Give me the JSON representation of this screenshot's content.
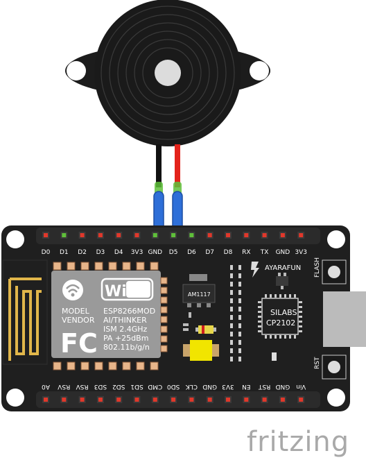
{
  "board": {
    "top_pins": [
      "D0",
      "D1",
      "D2",
      "D3",
      "D4",
      "3V3",
      "GND",
      "D5",
      "D6",
      "D7",
      "D8",
      "RX",
      "TX",
      "GND",
      "3V3"
    ],
    "bottom_pins": [
      "A0",
      "RSV",
      "RSV",
      "SD3",
      "SD2",
      "SD1",
      "CMD",
      "SD0",
      "CLK",
      "GND",
      "3V3",
      "EN",
      "RST",
      "GND",
      "Vin"
    ],
    "flash_label": "FLASH",
    "rst_label": "RST",
    "brand": "AYARAFUN",
    "regulator": "AM1117",
    "usb_chip_line1": "SILABS",
    "usb_chip_line2": "CP2102",
    "module": {
      "wifi_logo": "WiFi",
      "model": "MODEL",
      "vendor": "VENDOR",
      "fcc": "FC",
      "lines": [
        "ESP8266MOD",
        "AI/THINKER",
        "ISM 2.4GHz",
        "PA +25dBm",
        "802.11b/g/n"
      ]
    }
  },
  "buzzer": {
    "wires": [
      "black",
      "red"
    ]
  },
  "footer": {
    "brand": "fritzing"
  },
  "colors": {
    "pcb": "#1f1f1f",
    "pin_red": "#e0382b",
    "pin_green": "#5fbf3a",
    "wire_blue": "#2e6fd8",
    "wire_red": "#e3231b",
    "buzzer_body": "#1c1c1c",
    "module_shield": "#9a9a9a"
  }
}
